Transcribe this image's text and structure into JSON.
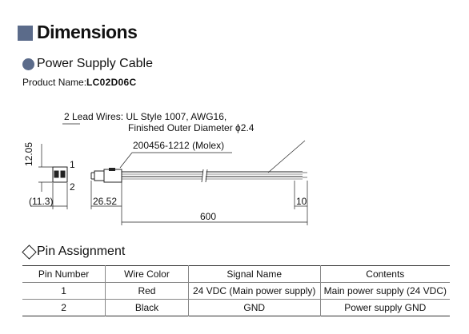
{
  "heading": {
    "title": "Dimensions"
  },
  "section": {
    "title": "Power Supply Cable"
  },
  "product": {
    "label": "Product Name:",
    "name": "LC02D06C"
  },
  "diagram": {
    "callout_line1": "2 Lead Wires: UL Style 1007, AWG16,",
    "callout_line2": "Finished Outer Diameter  ϕ2.4",
    "connector_label": "200456-1212 (Molex)",
    "dim_height": "12.05",
    "dim_width": "(11.3)",
    "dim_connector": "26.52",
    "dim_length": "600",
    "dim_strip": "10",
    "pin1": "1",
    "pin2": "2"
  },
  "pin_assignment": {
    "title": "Pin Assignment",
    "headers": [
      "Pin Number",
      "Wire Color",
      "Signal Name",
      "Contents"
    ],
    "rows": [
      [
        "1",
        "Red",
        "24 VDC (Main power supply)",
        "Main power supply (24 VDC)"
      ],
      [
        "2",
        "Black",
        "GND",
        "Power supply GND"
      ]
    ]
  }
}
